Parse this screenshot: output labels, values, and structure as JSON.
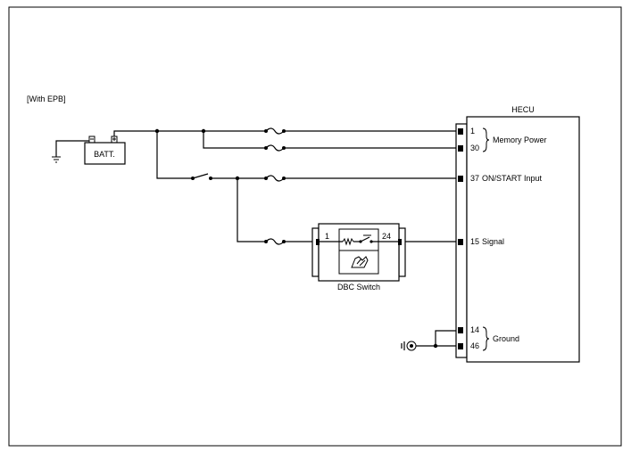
{
  "header_note": "[With EPB]",
  "battery_label": "BATT.",
  "ecu_title": "HECU",
  "dbc_switch_label": "DBC Switch",
  "dbc_pin_left": "1",
  "dbc_pin_right": "24",
  "pins": [
    {
      "number": "1",
      "label": ""
    },
    {
      "number": "30",
      "label": ""
    },
    {
      "number": "37",
      "label": "ON/START Input"
    },
    {
      "number": "15",
      "label": "Signal"
    },
    {
      "number": "14",
      "label": ""
    },
    {
      "number": "46",
      "label": ""
    }
  ],
  "group_labels": {
    "memory_power": "Memory Power",
    "ground": "Ground"
  }
}
